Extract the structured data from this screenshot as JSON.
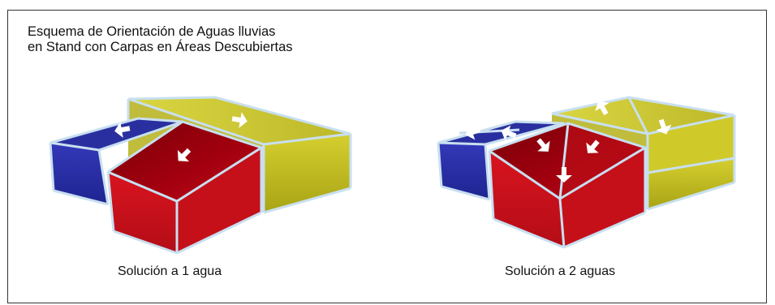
{
  "title": {
    "line1": "Esquema de Orientación de Aguas lluvias",
    "line2": "en Stand con Carpas en Áreas Descubiertas"
  },
  "captions": {
    "left": "Solución a 1 agua",
    "right": "Solución a 2 aguas"
  },
  "colors": {
    "blue_tent": "#2a2fa8",
    "red_tent": "#c0101a",
    "yellow_tent": "#c9c422",
    "frame_edges": "#c8dff0",
    "arrows": "#ffffff"
  },
  "icons": [
    "arrow-icon"
  ]
}
